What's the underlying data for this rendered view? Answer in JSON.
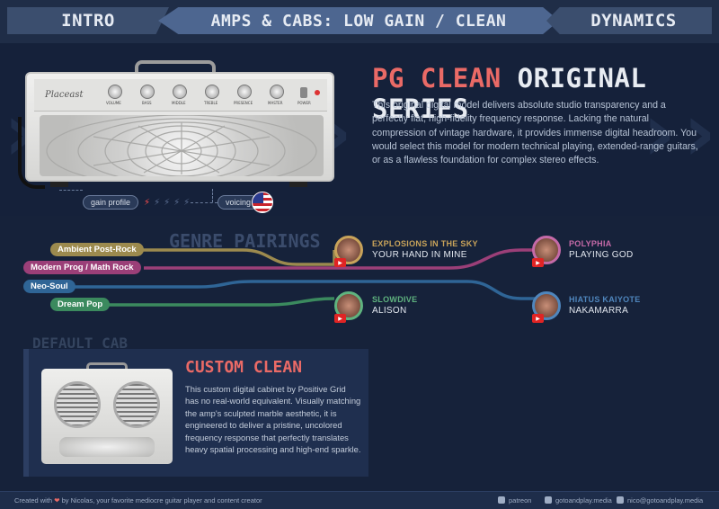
{
  "nav": {
    "left": "INTRO",
    "center": "AMPS & CABS: LOW GAIN / CLEAN",
    "right": "DYNAMICS"
  },
  "amp": {
    "brand_script": "Placeast",
    "knobs": [
      "VOLUME",
      "BASS",
      "MIDDLE",
      "TREBLE",
      "PRESENCE",
      "MASTER"
    ],
    "power_label": "POWER",
    "gain_profile_label": "gain profile",
    "gain_profile_level": 1,
    "gain_profile_max": 5,
    "voicing_label": "voicing",
    "voicing_icon": "us-flag-icon"
  },
  "model": {
    "title_accent": "PG CLEAN",
    "title_rest": "ORIGINAL SERIES",
    "description": "This original digital model delivers absolute studio transparency and a perfectly flat, high-fidelity frequency response. Lacking the natural compression of vintage hardware, it provides immense digital headroom. You would select this model for modern technical playing, extended-range guitars, or as a flawless foundation for complex stereo effects."
  },
  "genres": {
    "title": "GENRE PAIRINGS",
    "pills": [
      {
        "label": "Ambient Post-Rock",
        "color": "#9c8a4e"
      },
      {
        "label": "Modern Prog / Math Rock",
        "color": "#9b3f78"
      },
      {
        "label": "Neo-Soul",
        "color": "#2f6596"
      },
      {
        "label": "Dream Pop",
        "color": "#3b8a5e"
      }
    ],
    "pairings": [
      {
        "artist": "EXPLOSIONS IN THE SKY",
        "song": "YOUR HAND IN MINE",
        "color": "#c8a35a"
      },
      {
        "artist": "POLYPHIA",
        "song": "PLAYING GOD",
        "color": "#c56aa8"
      },
      {
        "artist": "SLOWDIVE",
        "song": "ALISON",
        "color": "#5fb37f"
      },
      {
        "artist": "HIATUS KAIYOTE",
        "song": "NAKAMARRA",
        "color": "#4f86bd"
      }
    ]
  },
  "cab": {
    "section_title": "DEFAULT CAB",
    "name": "CUSTOM CLEAN",
    "description": "This custom digital cabinet by Positive Grid has no real-world equivalent. Visually matching the amp's sculpted marble aesthetic, it is engineered to deliver a pristine, uncolored frequency response that perfectly translates heavy spatial processing and high-end sparkle."
  },
  "footer": {
    "created_prefix": "Created with",
    "created_suffix": "by Nicolas, your favorite mediocre guitar player and content creator",
    "patreon": "patreon",
    "site": "gotoandplay.media",
    "email": "nico@gotoandplay.media"
  }
}
